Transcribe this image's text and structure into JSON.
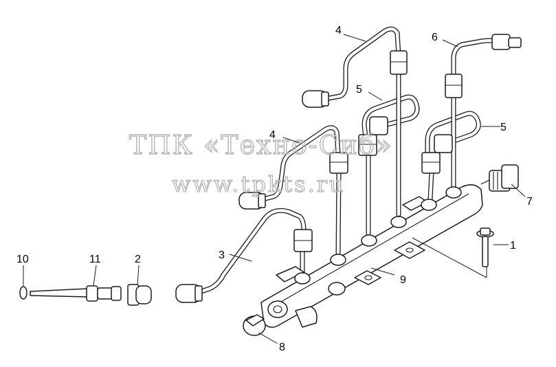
{
  "watermark": {
    "line1": "ТПК «Техно-Сиб»",
    "line2": "www.tpkts.ru"
  },
  "callouts": {
    "c1": "1",
    "c2": "2",
    "c3": "3",
    "c4a": "4",
    "c4b": "4",
    "c5a": "5",
    "c5b": "5",
    "c6": "6",
    "c7": "7",
    "c8": "8",
    "c9": "9",
    "c10": "10",
    "c11": "11"
  }
}
